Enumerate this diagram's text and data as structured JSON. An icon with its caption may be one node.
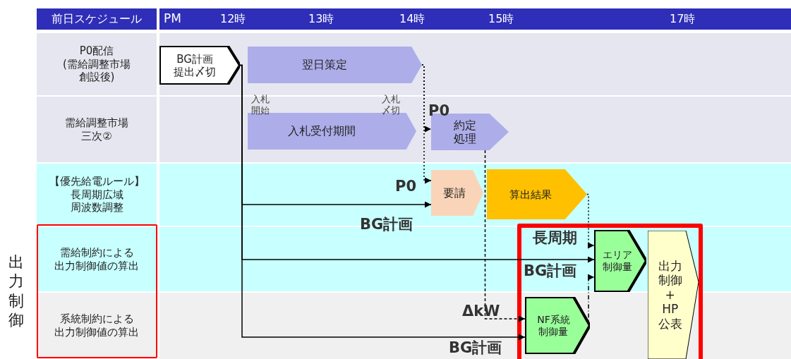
{
  "diagram": {
    "nodes": [
      {
        "text": [
          "BG計画提出〆切"
        ]
      },
      {
        "text": [
          "翌日策定"
        ]
      },
      {
        "text": [
          "入札受付期間"
        ],
        "beside": [
          "入札開始",
          "入札〆切"
        ]
      },
      {
        "text": [
          "約定処理"
        ]
      },
      {
        "text": [
          "要請"
        ]
      },
      {
        "text": [
          "算出結果"
        ]
      },
      {
        "text": [
          "エリア制御量"
        ]
      },
      {
        "text": [
          "NF系統制御量"
        ]
      },
      {
        "text": [
          "出力制御+HP公表"
        ]
      }
    ],
    "edges": [
      {
        "from": 0,
        "to": 4,
        "arrow": "to",
        "label": "BG計画"
      },
      {
        "from": 0,
        "to": 6,
        "arrow": "to",
        "label": "BG計画"
      },
      {
        "from": 0,
        "to": 7,
        "arrow": "to",
        "label": "BG計画"
      },
      {
        "from": 1,
        "to": 3,
        "arrow": "to",
        "label": "P0",
        "style": "dashed"
      },
      {
        "from": 1,
        "to": 4,
        "arrow": "to",
        "label": "P0",
        "style": "dashed"
      },
      {
        "from": 3,
        "to": 7,
        "arrow": "to",
        "label": "ΔkW",
        "style": "dashed"
      },
      {
        "from": 5,
        "to": 6,
        "arrow": "to",
        "label": "長周期",
        "style": "dashed"
      },
      {
        "from": 7,
        "to": 6,
        "arrow": "to",
        "style": "dashed"
      }
    ],
    "labels": [
      "前日スケジュール",
      "PM",
      "12時",
      "13時",
      "14時",
      "15時",
      "17時",
      "P0配信(需給調整市場創設後)",
      "需給調整市場三次②",
      "【優先給電ルール】長周期広域周波数調整",
      "需給制約による出力制御値の算出",
      "系統制約による出力制御値の算出",
      "出力制御"
    ]
  }
}
